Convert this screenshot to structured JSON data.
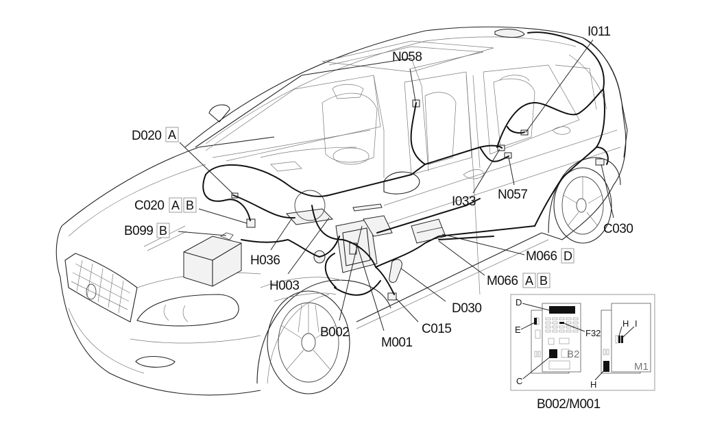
{
  "diagram": {
    "type": "vehicle wiring harness location diagram",
    "labels": {
      "D020": {
        "code": "D020",
        "tags": [
          "A"
        ]
      },
      "C020": {
        "code": "C020",
        "tags": [
          "A",
          "B"
        ]
      },
      "B099": {
        "code": "B099",
        "tags": [
          "B"
        ]
      },
      "H036": {
        "code": "H036",
        "tags": []
      },
      "H003": {
        "code": "H003",
        "tags": []
      },
      "B002": {
        "code": "B002",
        "tags": []
      },
      "M001": {
        "code": "M001",
        "tags": []
      },
      "C015": {
        "code": "C015",
        "tags": []
      },
      "D030": {
        "code": "D030",
        "tags": []
      },
      "M066_AB": {
        "code": "M066",
        "tags": [
          "A",
          "B"
        ]
      },
      "M066_D": {
        "code": "M066",
        "tags": [
          "D"
        ]
      },
      "N058": {
        "code": "N058",
        "tags": []
      },
      "I011": {
        "code": "I011",
        "tags": []
      },
      "I033": {
        "code": "I033",
        "tags": []
      },
      "N057": {
        "code": "N057",
        "tags": []
      },
      "C030": {
        "code": "C030",
        "tags": []
      }
    },
    "inset": {
      "caption": "B002/M001",
      "left_panel": {
        "name": "B2",
        "callouts": [
          "D",
          "E",
          "F32",
          "C"
        ]
      },
      "right_panel": {
        "name": "M1",
        "callouts": [
          "H",
          "I",
          "H"
        ]
      }
    }
  }
}
